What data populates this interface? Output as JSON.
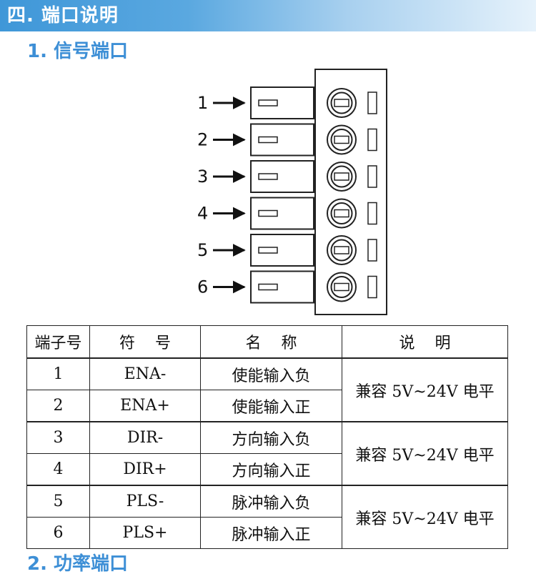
{
  "section_title": "四. 端口说明",
  "signal_port_title": "1. 信号端口",
  "power_port_title": "2. 功率端口",
  "connector": {
    "pins": [
      "1",
      "2",
      "3",
      "4",
      "5",
      "6"
    ]
  },
  "table": {
    "headers": [
      "端子号",
      "符号",
      "名称",
      "说明"
    ],
    "rows": [
      {
        "no": "1",
        "symbol": "ENA-",
        "name": "使能输入负"
      },
      {
        "no": "2",
        "symbol": "ENA+",
        "name": "使能输入正"
      },
      {
        "no": "3",
        "symbol": "DIR-",
        "name": "方向输入负"
      },
      {
        "no": "4",
        "symbol": "DIR+",
        "name": "方向输入正"
      },
      {
        "no": "5",
        "symbol": "PLS-",
        "name": "脉冲输入负"
      },
      {
        "no": "6",
        "symbol": "PLS+",
        "name": "脉冲输入正"
      }
    ],
    "notes": [
      "兼容 5V~24V 电平",
      "兼容 5V~24V 电平",
      "兼容 5V~24V 电平"
    ]
  }
}
